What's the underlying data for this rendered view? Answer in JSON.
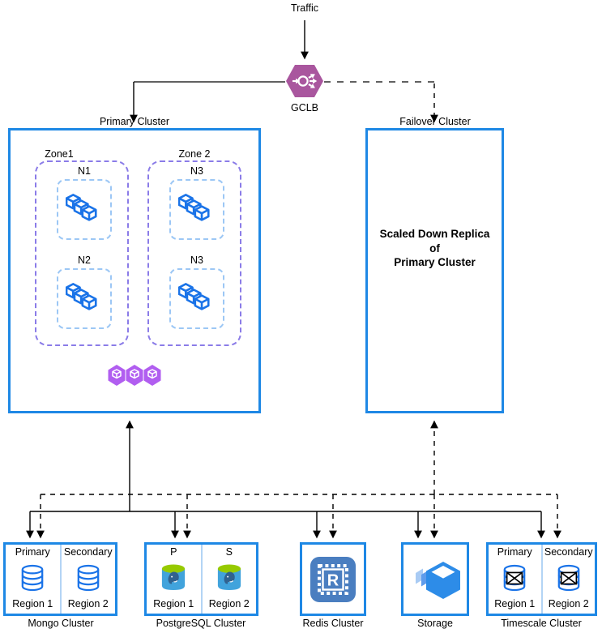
{
  "diagram": {
    "traffic_label": "Traffic",
    "gclb": {
      "label": "GCLB"
    },
    "primary_cluster": {
      "label": "Primary Cluster",
      "zones": [
        {
          "label": "Zone1",
          "nodes": [
            "N1",
            "N2"
          ]
        },
        {
          "label": "Zone 2",
          "nodes": [
            "N3",
            "N3"
          ]
        }
      ]
    },
    "failover_cluster": {
      "label": "Failover Cluster",
      "body_text": "Scaled Down Replica\nof\nPrimary Cluster"
    },
    "data_stores": {
      "mongo": {
        "caption": "Mongo Cluster",
        "left_role": "Primary",
        "right_role": "Secondary",
        "left_region": "Region 1",
        "right_region": "Region 2"
      },
      "postgres": {
        "caption": "PostgreSQL Cluster",
        "left_role": "P",
        "right_role": "S",
        "left_region": "Region 1",
        "right_region": "Region 2"
      },
      "redis": {
        "caption": "Redis Cluster",
        "chip_letter": "R"
      },
      "storage": {
        "caption": "Storage"
      },
      "timescale": {
        "caption": "Timescale Cluster",
        "left_role": "Primary",
        "right_role": "Secondary",
        "left_region": "Region 1",
        "right_region": "Region 2"
      }
    },
    "icons": {
      "gclb": "load-balancer-icon",
      "nodes": "kubernetes-workload-cubes-icon",
      "pods": "kubernetes-pods-icon",
      "mongo": "database-cylinder-icon",
      "postgres": "postgresql-elephant-icon",
      "redis": "memory-chip-icon",
      "storage": "cloud-storage-bucket-icon",
      "timescale": "database-crossed-icon"
    },
    "colors": {
      "box_border": "#1E88E5",
      "zone_dash": "#8B7CE8",
      "node_dash": "#9CC7F5",
      "cube_stroke": "#1A73E8",
      "gclb_hex": "#A9569E",
      "pods_purple": "#B15EF0",
      "redis_blue": "#4A7EC0",
      "storage_blue": "#2D8CE8",
      "postgres_body": "#41A3DC",
      "postgres_top": "#97CA00",
      "divider": "#B3D4F5"
    }
  }
}
